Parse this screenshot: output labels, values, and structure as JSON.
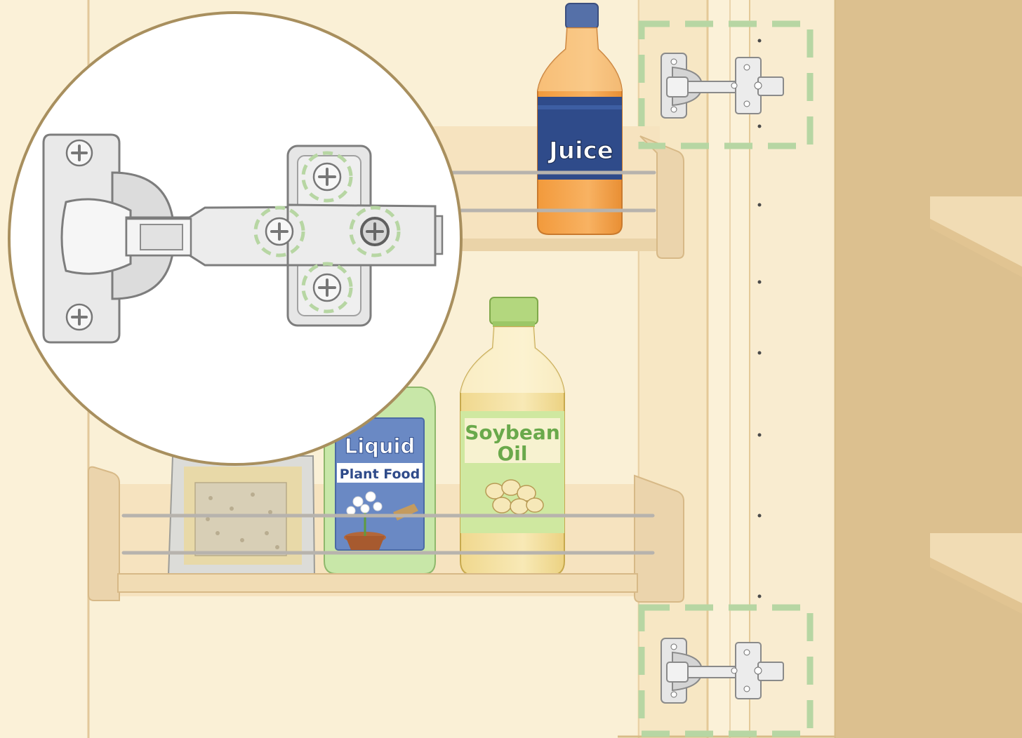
{
  "labels": {
    "juice": "Juice",
    "liquid": "Liquid",
    "plant_food": "Plant Food",
    "soybean": "Soybean",
    "oil": "Oil"
  },
  "colors": {
    "cabinet_face": "#fbf1d8",
    "cabinet_side": "#e9cfa0",
    "cabinet_interior": "#dcc08f",
    "shelf_wood": "#f0dcb8",
    "shelf_edge": "#e6cba0",
    "rail": "#b7b3ad",
    "hinge_metal": "#e6e6e6",
    "hinge_outline": "#8a8a8a",
    "highlight_dash": "#b7d6a3",
    "inset_border": "#a88f5e",
    "juice_liquid": "#f6a94f",
    "juice_label": "#2f4b8a",
    "plant_food_bottle": "#c8e7a8",
    "plant_food_label": "#6a89c4",
    "soybean_oil": "#f6e3a2",
    "soybean_label": "#cfe8a0",
    "soybean_text": "#6aa94b",
    "bottle_cap_blue": "#5570a8",
    "bottle_cap_green": "#b3d77e"
  }
}
